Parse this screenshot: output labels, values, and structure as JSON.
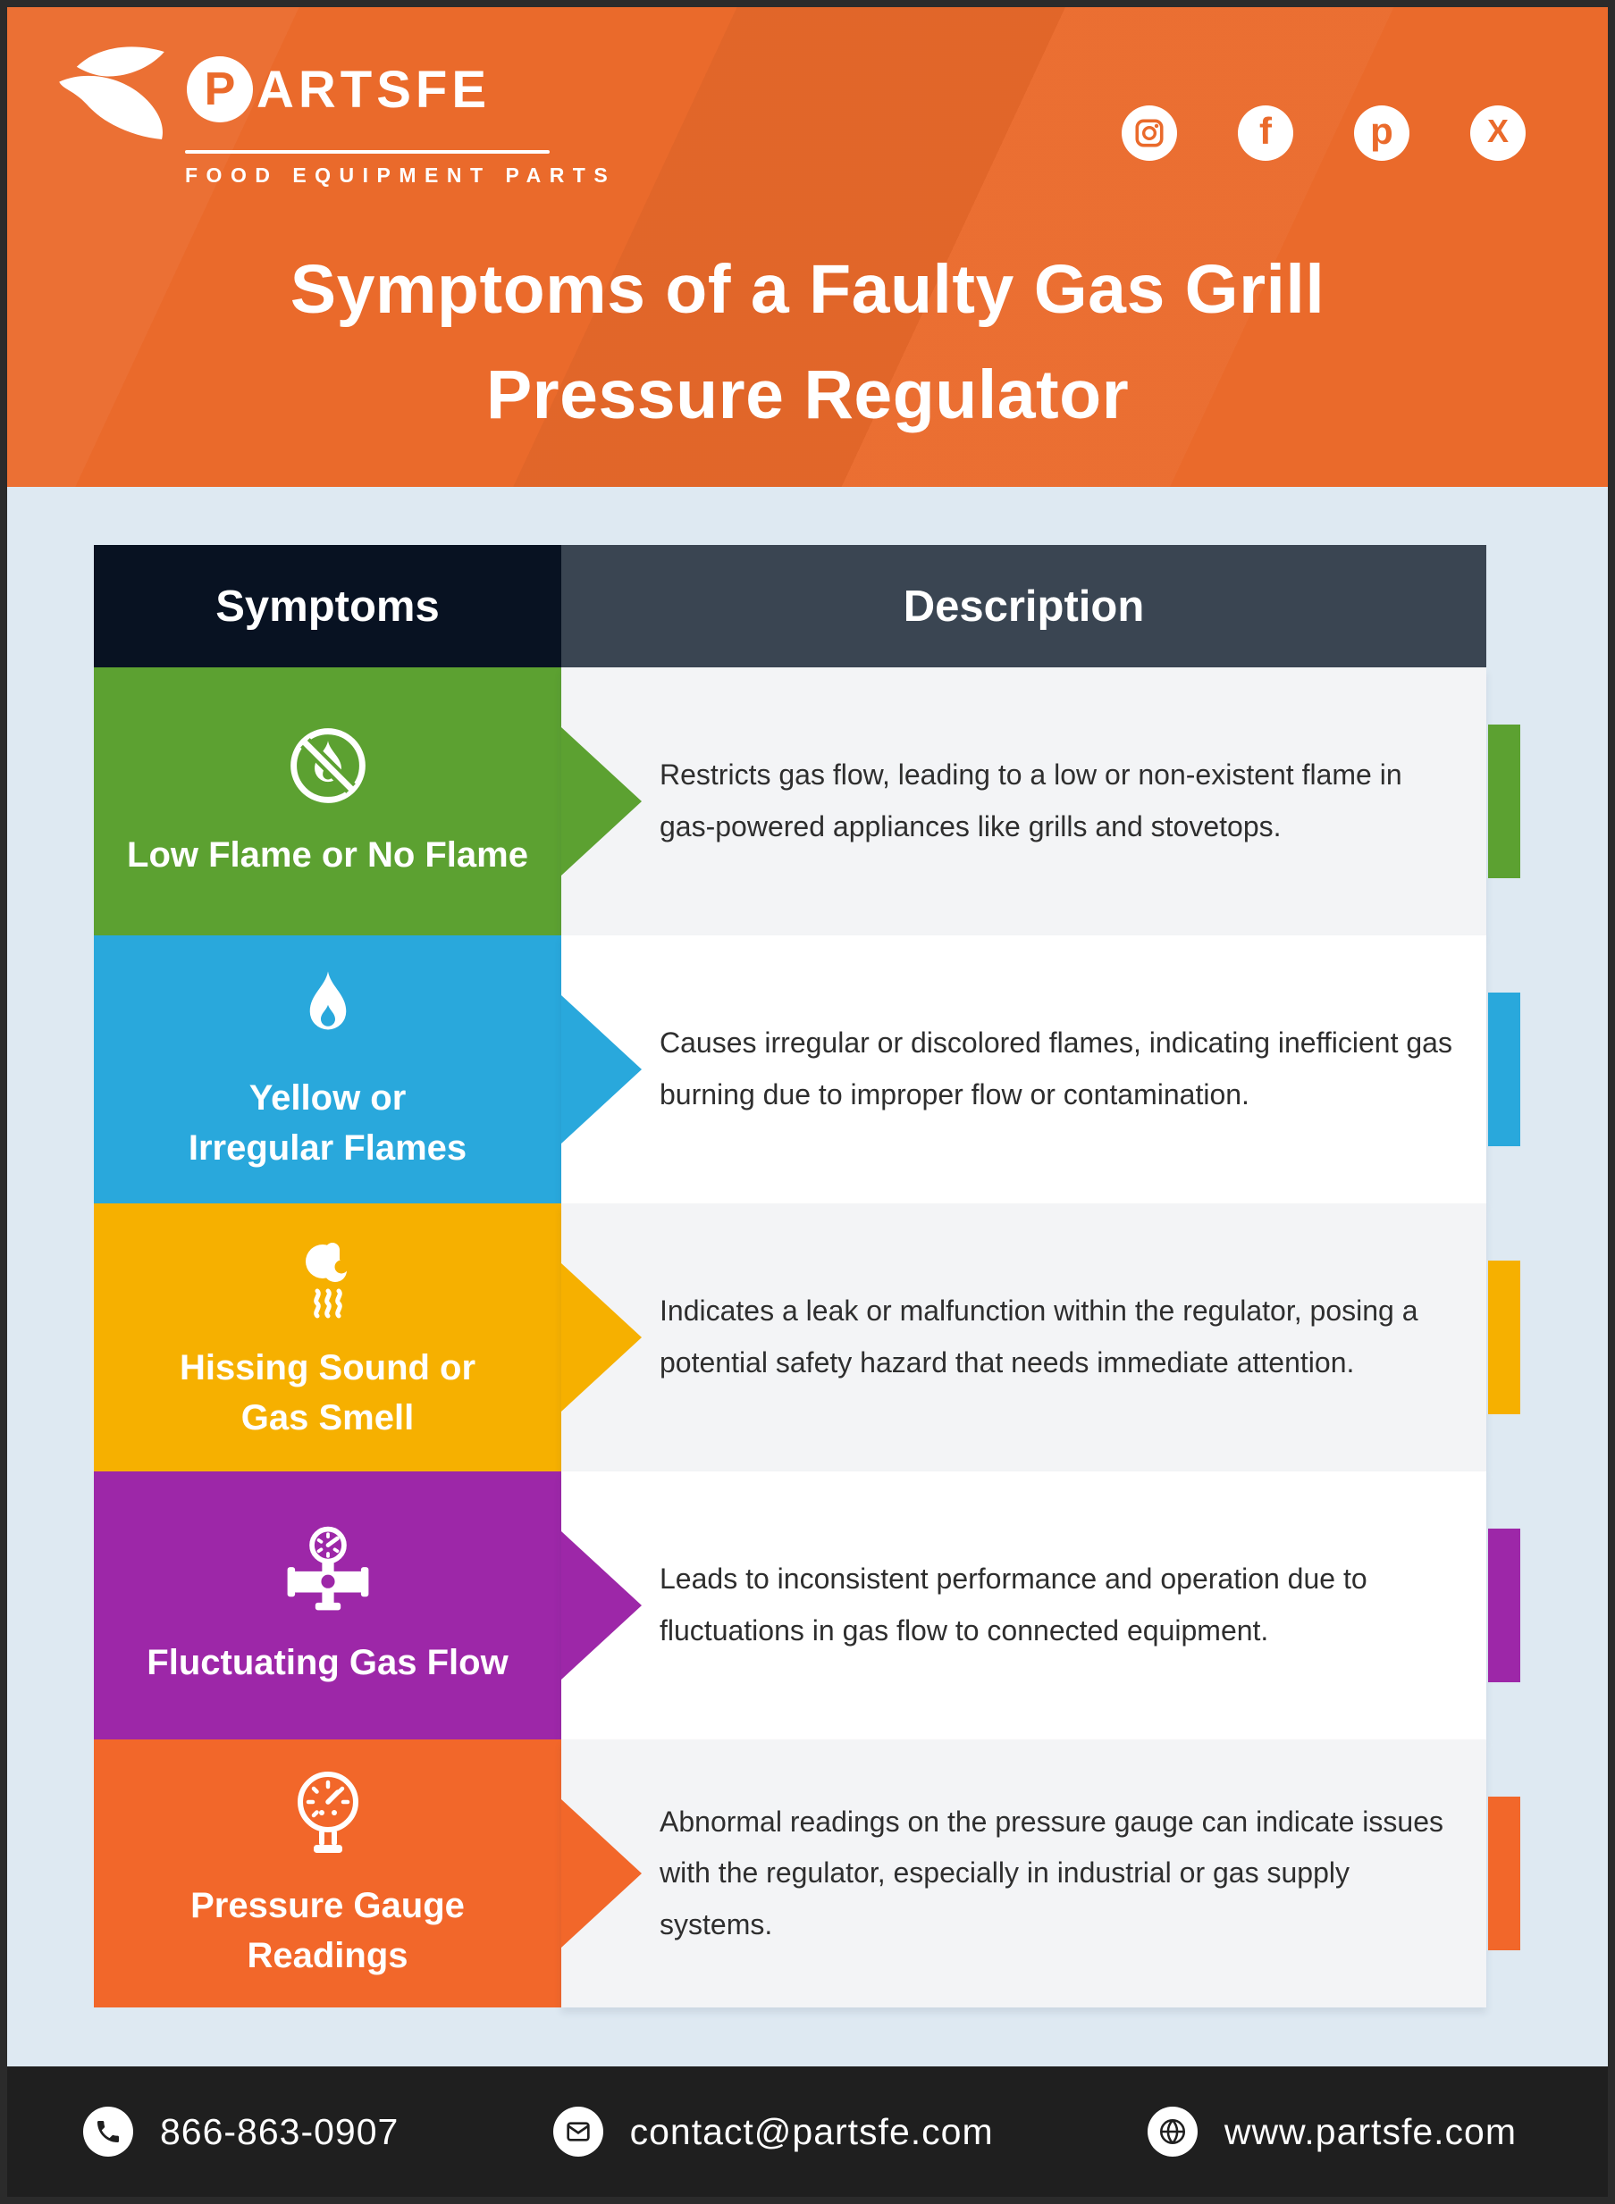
{
  "brand": {
    "name": "PARTSFE",
    "initial": "P",
    "rest": "ARTSFE",
    "tagline": "FOOD EQUIPMENT PARTS",
    "logo_icon": "bird-flame-icon"
  },
  "social": {
    "instagram": {
      "icon": "instagram-icon"
    },
    "facebook": {
      "icon": "facebook-icon",
      "glyph": "f"
    },
    "pinterest": {
      "icon": "pinterest-icon",
      "glyph": "p"
    },
    "x": {
      "icon": "x-icon",
      "glyph": "X"
    }
  },
  "title": {
    "line1": "Symptoms of a Faulty Gas Grill",
    "line2": "Pressure Regulator"
  },
  "table": {
    "headers": {
      "symptoms": "Symptoms",
      "description": "Description"
    },
    "rows": [
      {
        "label": "Low Flame or No Flame",
        "icon": "no-flame-icon",
        "color": "#5CA131",
        "description": "Restricts gas flow, leading to a low or non-existent flame in gas-powered appliances like grills and stovetops."
      },
      {
        "label": "Yellow or\nIrregular Flames",
        "icon": "flame-icon",
        "color": "#29A8DC",
        "description": "Causes irregular or discolored flames, indicating inefficient gas burning due to improper flow or contamination."
      },
      {
        "label": "Hissing Sound or\nGas Smell",
        "icon": "gas-smell-icon",
        "color": "#F6B000",
        "description": "Indicates a leak or malfunction within the regulator, posing a potential safety hazard that needs immediate attention."
      },
      {
        "label": "Fluctuating Gas Flow",
        "icon": "gas-regulator-icon",
        "color": "#9D27A8",
        "description": "Leads to inconsistent performance and operation due to fluctuations in gas flow to connected equipment."
      },
      {
        "label": "Pressure Gauge\nReadings",
        "icon": "pressure-gauge-icon",
        "color": "#F2672A",
        "description": "Abnormal readings on the pressure gauge can indicate issues with the regulator, especially in industrial or gas supply systems."
      }
    ]
  },
  "footer": {
    "phone": "866-863-0907",
    "email": "contact@partsfe.com",
    "website": "www.partsfe.com"
  },
  "colors": {
    "header_orange": "#EA6A2B",
    "page_bg": "#DEE9F2",
    "header_cell_navy": "#081222",
    "header_cell_slate": "#3A4552",
    "row_green": "#5CA131",
    "row_blue": "#29A8DC",
    "row_yellow": "#F6B000",
    "row_purple": "#9D27A8",
    "row_orange": "#F2672A",
    "desc_card_white": "#FFFFFF",
    "desc_card_gray": "#F3F4F6",
    "footer_bg": "#1F1F1F"
  }
}
